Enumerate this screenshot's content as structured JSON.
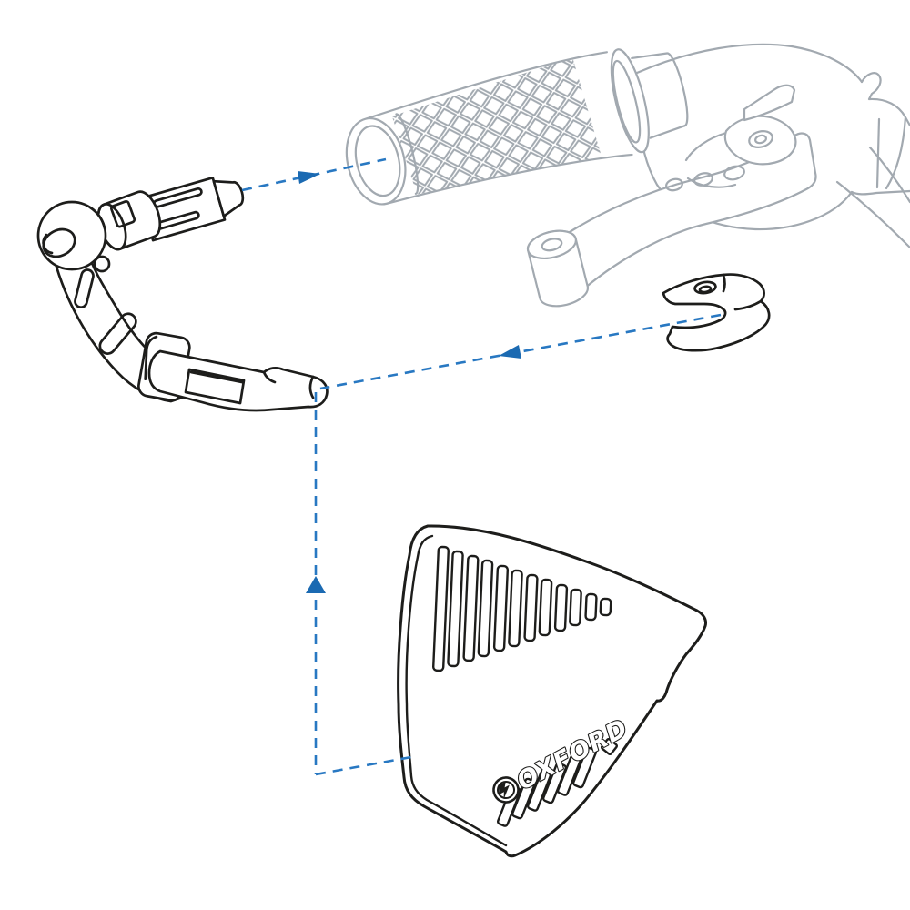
{
  "diagram": {
    "kind": "exploded-assembly-illustration",
    "subject": "handguard and lever-protector fitting to motorcycle handlebar",
    "brand_logo_text": "OXFORD",
    "colors": {
      "background": "#ffffff",
      "existing_parts_line": "#a2a9b0",
      "new_parts_line": "#1d1d1b",
      "guide_dash": "#2878c2",
      "guide_arrow": "#1b6ab2"
    },
    "parts": [
      {
        "id": "handlebar-grip",
        "style": "existing-ghosted"
      },
      {
        "id": "brake-lever-assembly",
        "style": "existing-ghosted"
      },
      {
        "id": "bar-end-lever-protector",
        "style": "new-part"
      },
      {
        "id": "lever-clamp-adapter",
        "style": "new-part"
      },
      {
        "id": "handguard-shield",
        "style": "new-part",
        "printed_text": "OXFORD"
      }
    ],
    "assembly_arrows": [
      {
        "id": "insert-bar-end-into-grip",
        "direction": "right"
      },
      {
        "id": "adapter-toward-protector",
        "direction": "left"
      },
      {
        "id": "shield-up-to-protector",
        "direction": "up"
      }
    ]
  }
}
